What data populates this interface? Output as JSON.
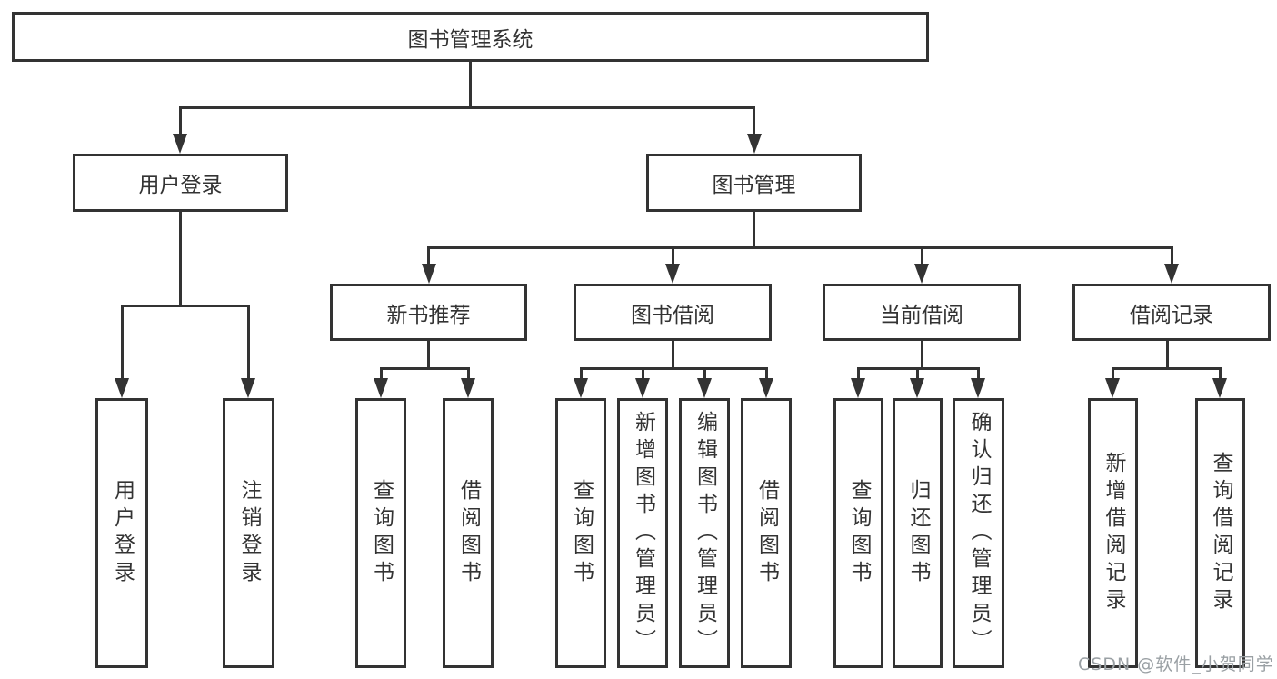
{
  "diagram_title": "图书管理系统",
  "tree": {
    "root": {
      "label": "图书管理系统"
    },
    "branches": [
      {
        "label": "用户登录",
        "children": [
          {
            "label": "用户登录"
          },
          {
            "label": "注销登录"
          }
        ]
      },
      {
        "label": "图书管理",
        "children": [
          {
            "label": "新书推荐",
            "children": [
              {
                "label": "查询图书"
              },
              {
                "label": "借阅图书"
              }
            ]
          },
          {
            "label": "图书借阅",
            "children": [
              {
                "label": "查询图书"
              },
              {
                "label": "新增图书（管理员）"
              },
              {
                "label": "编辑图书（管理员）"
              },
              {
                "label": "借阅图书"
              }
            ]
          },
          {
            "label": "当前借阅",
            "children": [
              {
                "label": "查询图书"
              },
              {
                "label": "归还图书"
              },
              {
                "label": "确认归还（管理员）"
              }
            ]
          },
          {
            "label": "借阅记录",
            "children": [
              {
                "label": "新增借阅记录"
              },
              {
                "label": "查询借阅记录"
              }
            ]
          }
        ]
      }
    ]
  },
  "watermark": {
    "text": "CSDN @软件_小贺同学"
  },
  "colors": {
    "line": "#333333",
    "box_border": "#333333",
    "box_fill": "#ffffff",
    "text": "#333333",
    "watermark_text": "#9aa0a4",
    "background": "#ffffff"
  }
}
